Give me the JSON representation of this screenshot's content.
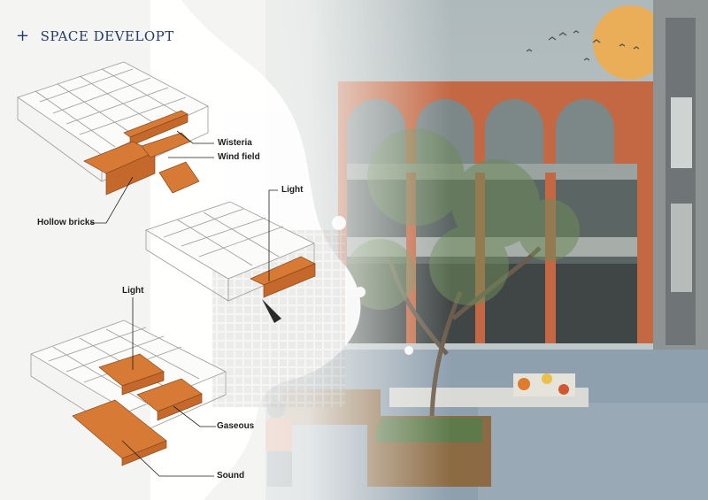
{
  "header": {
    "title": "SPACE DEVELOPT"
  },
  "labels": {
    "wisteria": "Wisteria",
    "wind_field": "Wind field",
    "hollow_bricks": "Hollow bricks",
    "light_top": "Light",
    "light_bottom": "Light",
    "gaseous": "Gaseous",
    "sound": "Sound"
  },
  "colors": {
    "accent_orange": "#d77a35",
    "terracotta": "#c46844",
    "title_blue": "#233a6a",
    "sky": "#b8c3c4",
    "sun": "#e9ae57"
  }
}
